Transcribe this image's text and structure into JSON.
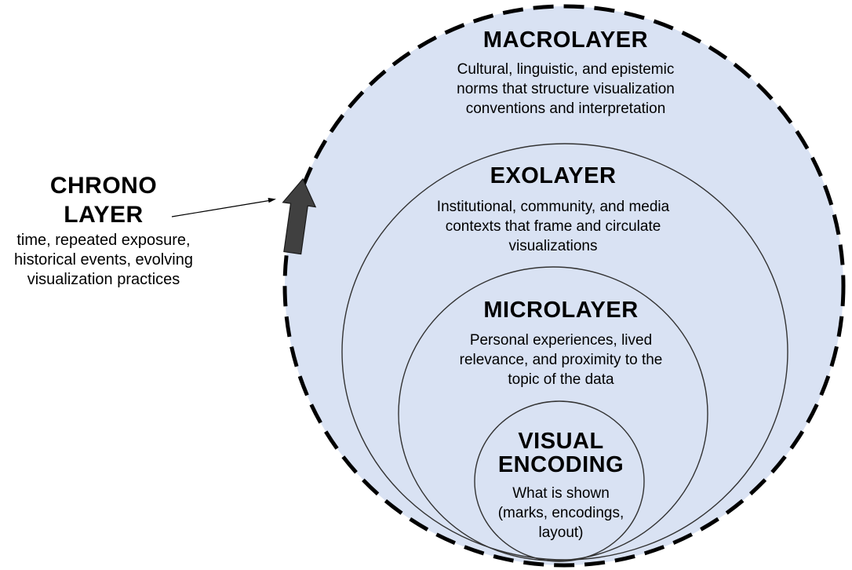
{
  "colors": {
    "circle_fill": "#d9e2f3",
    "outer_stroke": "#000000",
    "inner_stroke": "#333333",
    "chrono_arrow_fill": "#404040",
    "text": "#000000"
  },
  "chrono": {
    "title": [
      "CHRONO",
      "LAYER"
    ],
    "desc": [
      "time, repeated exposure,",
      "historical events, evolving",
      "visualization practices"
    ]
  },
  "layers": [
    {
      "id": "macrolayer",
      "title": "MACROLAYER",
      "desc": [
        "Cultural, linguistic, and epistemic",
        "norms that structure visualization",
        "conventions and interpretation"
      ]
    },
    {
      "id": "exolayer",
      "title": "EXOLAYER",
      "desc": [
        "Institutional, community, and media",
        "contexts that frame and circulate",
        "visualizations"
      ]
    },
    {
      "id": "microlayer",
      "title": "MICROLAYER",
      "desc": [
        "Personal experiences, lived",
        "relevance, and proximity to the",
        "topic of the data"
      ]
    },
    {
      "id": "visual-encoding",
      "title": [
        "VISUAL",
        "ENCODING"
      ],
      "desc": [
        "What is shown",
        "(marks, encodings,",
        "layout)"
      ]
    }
  ]
}
